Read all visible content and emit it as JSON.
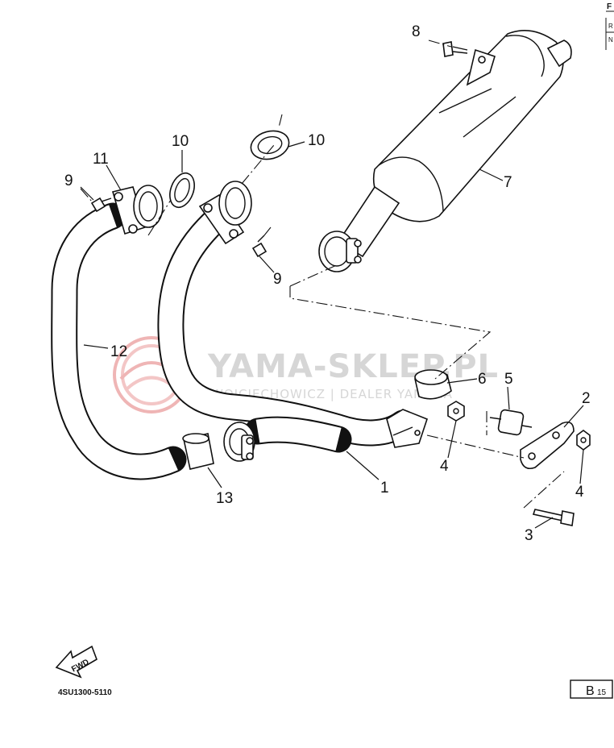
{
  "callouts": [
    {
      "id": "1",
      "label": "1"
    },
    {
      "id": "2",
      "label": "2"
    },
    {
      "id": "3",
      "label": "3"
    },
    {
      "id": "4a",
      "label": "4"
    },
    {
      "id": "4b",
      "label": "4"
    },
    {
      "id": "5",
      "label": "5"
    },
    {
      "id": "6",
      "label": "6"
    },
    {
      "id": "7",
      "label": "7"
    },
    {
      "id": "8",
      "label": "8"
    },
    {
      "id": "9a",
      "label": "9"
    },
    {
      "id": "9b",
      "label": "9"
    },
    {
      "id": "10a",
      "label": "10"
    },
    {
      "id": "10b",
      "label": "10"
    },
    {
      "id": "11",
      "label": "11"
    },
    {
      "id": "12",
      "label": "12"
    },
    {
      "id": "13",
      "label": "13"
    }
  ],
  "watermark": {
    "title": "YAMA-SKLEP.PL",
    "subtitle": "WOJCIECHOWICZ | DEALER YAMAHA",
    "logo_color": "#e8a0a0"
  },
  "fwd_label": "FWD",
  "diagram_code": "4SU1300-5110",
  "page_ref": {
    "letter": "B",
    "number": "15"
  },
  "corner_text": [
    "F",
    "R",
    "N"
  ]
}
